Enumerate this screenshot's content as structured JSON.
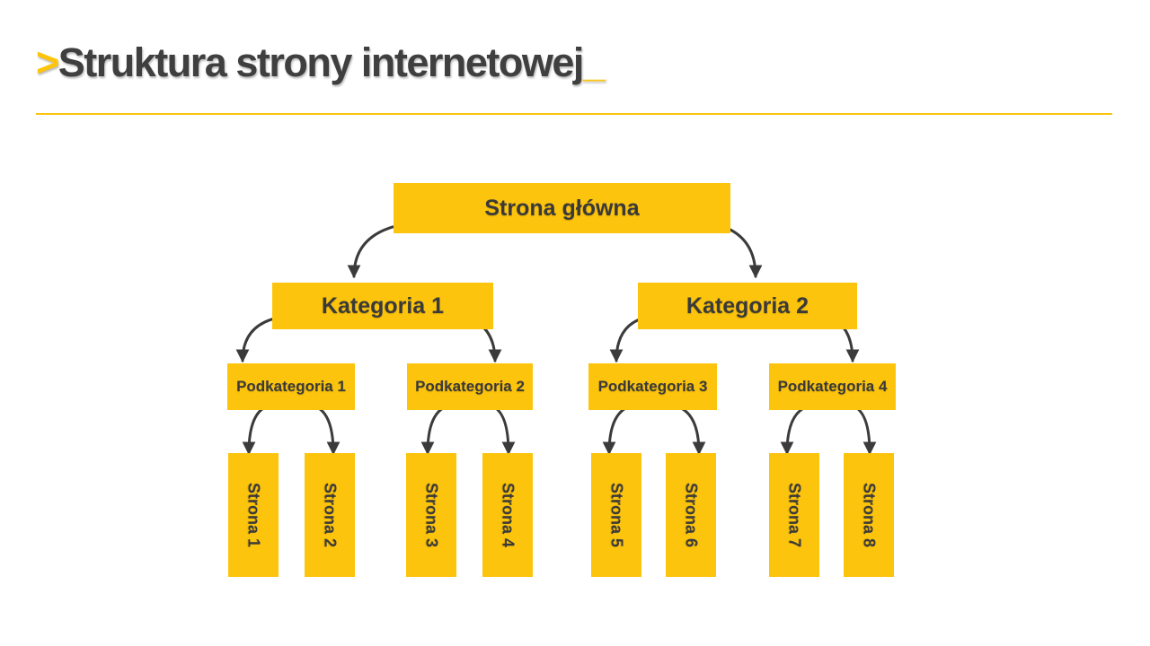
{
  "title": {
    "prefix": ">",
    "text": "Struktura strony internetowej",
    "suffix": "_"
  },
  "colors": {
    "accent": "#FDC40D",
    "heading_text": "#3F3F3F",
    "node_text": "#3A3A3A",
    "arrow": "#3B3B3B",
    "background": "#FFFFFF"
  },
  "diagram": {
    "root": {
      "label": "Strona główna"
    },
    "categories": [
      {
        "label": "Kategoria 1"
      },
      {
        "label": "Kategoria 2"
      }
    ],
    "subcategories": [
      {
        "label": "Podkategoria 1"
      },
      {
        "label": "Podkategoria 2"
      },
      {
        "label": "Podkategoria 3"
      },
      {
        "label": "Podkategoria 4"
      }
    ],
    "pages": [
      {
        "label": "Strona 1"
      },
      {
        "label": "Strona 2"
      },
      {
        "label": "Strona 3"
      },
      {
        "label": "Strona 4"
      },
      {
        "label": "Strona 5"
      },
      {
        "label": "Strona 6"
      },
      {
        "label": "Strona 7"
      },
      {
        "label": "Strona 8"
      }
    ],
    "edges": [
      {
        "from": "strona-glowna",
        "to": "kategoria-1"
      },
      {
        "from": "strona-glowna",
        "to": "kategoria-2"
      },
      {
        "from": "kategoria-1",
        "to": "podkategoria-1"
      },
      {
        "from": "kategoria-1",
        "to": "podkategoria-2"
      },
      {
        "from": "kategoria-2",
        "to": "podkategoria-3"
      },
      {
        "from": "kategoria-2",
        "to": "podkategoria-4"
      },
      {
        "from": "podkategoria-1",
        "to": "strona-1"
      },
      {
        "from": "podkategoria-1",
        "to": "strona-2"
      },
      {
        "from": "podkategoria-2",
        "to": "strona-3"
      },
      {
        "from": "podkategoria-2",
        "to": "strona-4"
      },
      {
        "from": "podkategoria-3",
        "to": "strona-5"
      },
      {
        "from": "podkategoria-3",
        "to": "strona-6"
      },
      {
        "from": "podkategoria-4",
        "to": "strona-7"
      },
      {
        "from": "podkategoria-4",
        "to": "strona-8"
      }
    ]
  }
}
